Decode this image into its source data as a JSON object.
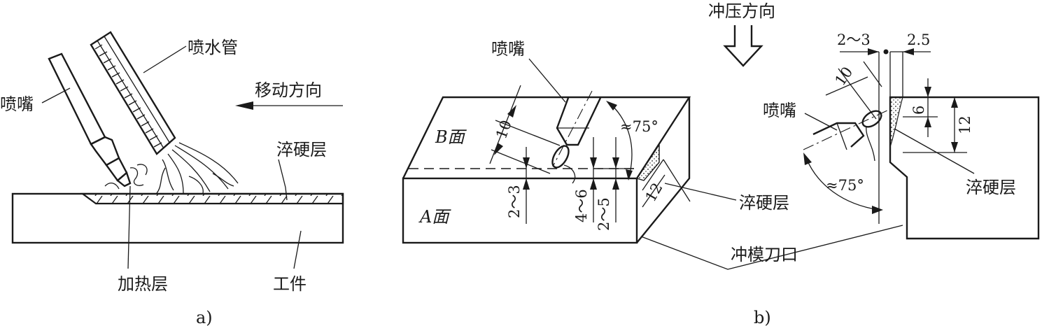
{
  "colors": {
    "ink": "#1a1a1a",
    "background": "#ffffff"
  },
  "figure_a": {
    "nozzle": "喷嘴",
    "water_pipe": "喷水管",
    "move_direction": "移动方向",
    "hardened_layer": "淬硬层",
    "heating_layer": "加热层",
    "workpiece": "工件",
    "caption": "a)"
  },
  "figure_b": {
    "stamping_direction": "冲压方向",
    "nozzle_left": "喷嘴",
    "nozzle_right": "喷嘴",
    "face_b": "B面",
    "face_a": "A面",
    "hardened_layer_mid": "淬硬层",
    "hardened_layer_right": "淬硬层",
    "die_edge": "冲模刀口",
    "angle_left": "≈75°",
    "angle_right": "≈75°",
    "dim_10_left": "10",
    "dim_2_3_left": "2～3",
    "dim_4_6": "4～6",
    "dim_2_5_left": "2～5",
    "dim_12_left": "12",
    "dim_2_3_top": "2～3",
    "dim_2_5_top": "2.5",
    "dim_10_right": "10",
    "dim_6": "6",
    "dim_12_right": "12",
    "caption": "b)"
  }
}
